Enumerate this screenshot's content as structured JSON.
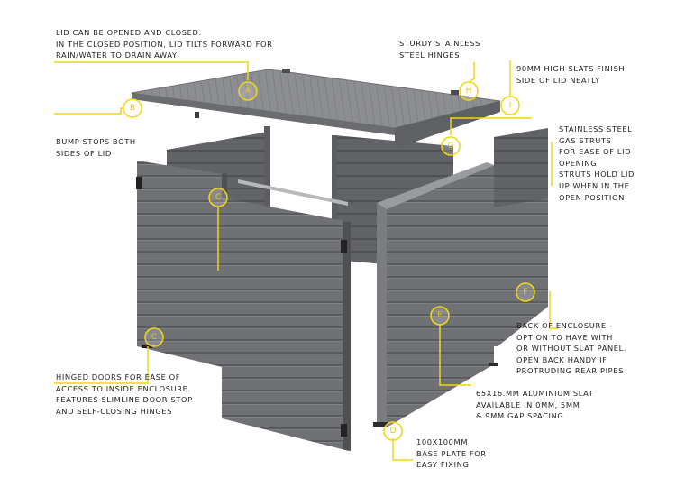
{
  "colors": {
    "accent": "#f2d60f",
    "panel": "#6f7073",
    "panel_dark": "#5d5e61",
    "panel_light": "#8a8b8e",
    "lid_top": "#8e8f92",
    "text": "#1e1e1e"
  },
  "markers": [
    {
      "id": "A",
      "label": "A"
    },
    {
      "id": "B",
      "label": "B"
    },
    {
      "id": "C1",
      "label": "C"
    },
    {
      "id": "C2",
      "label": "C"
    },
    {
      "id": "D",
      "label": "D"
    },
    {
      "id": "E",
      "label": "E"
    },
    {
      "id": "F",
      "label": "F"
    },
    {
      "id": "G",
      "label": "G"
    },
    {
      "id": "H",
      "label": "H"
    },
    {
      "id": "I",
      "label": "I"
    }
  ],
  "notes": {
    "A": [
      "LID CAN BE OPENED AND CLOSED.",
      "IN THE CLOSED POSITION, LID TILTS FORWARD FOR",
      "RAIN/WATER TO DRAIN AWAY"
    ],
    "H": [
      "STURDY STAINLESS",
      "STEEL HINGES"
    ],
    "I": [
      "90MM HIGH SLATS FINISH",
      "SIDE OF LID NEATLY"
    ],
    "B": [
      "BUMP STOPS BOTH",
      "SIDES OF LID"
    ],
    "G": [
      "STAINLESS STEEL",
      "GAS STRUTS",
      "FOR EASE OF LID",
      "OPENING.",
      "STRUTS HOLD LID",
      "UP WHEN IN THE",
      "OPEN POSITION"
    ],
    "F": [
      "BACK OF ENCLOSURE –",
      "OPTION TO HAVE WITH",
      "OR WITHOUT SLAT PANEL.",
      "OPEN BACK HANDY IF",
      "PROTRUDING REAR PIPES"
    ],
    "C": [
      "HINGED DOORS FOR EASE OF",
      "ACCESS TO INSIDE ENCLOSURE.",
      "FEATURES SLIMLINE DOOR STOP",
      "AND SELF-CLOSING HINGES"
    ],
    "E": [
      "65X16.MM ALUMINIUM SLAT",
      "AVAILABLE IN 0MM, 5MM",
      "& 9MM GAP SPACING"
    ],
    "D": [
      "100X100MM",
      "BASE PLATE FOR",
      "EASY FIXING"
    ]
  }
}
